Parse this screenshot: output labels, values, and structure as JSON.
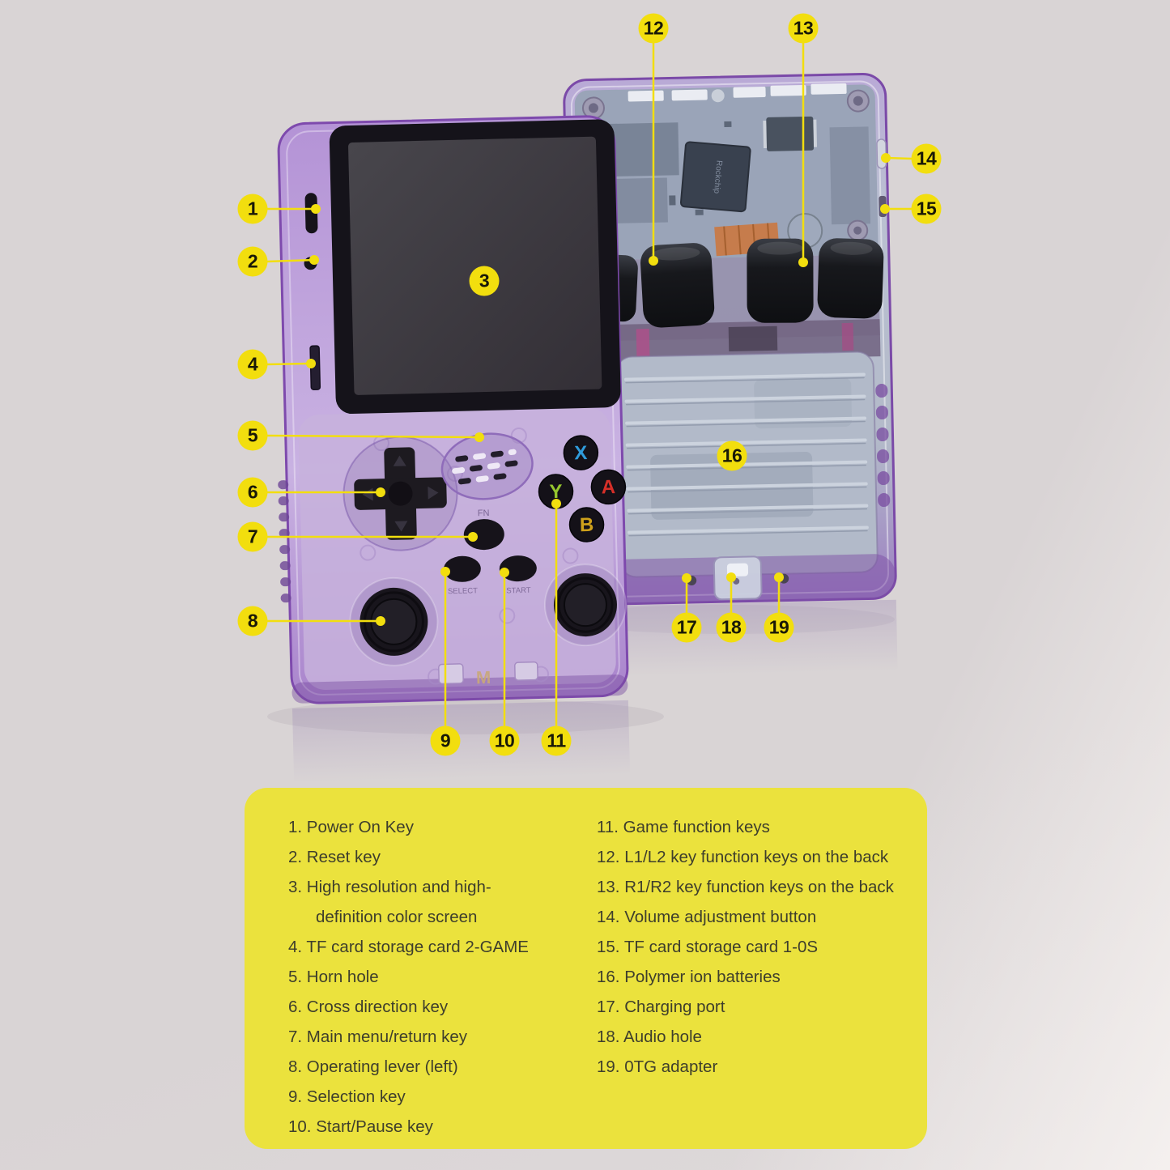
{
  "callouts": [
    "1",
    "2",
    "3",
    "4",
    "5",
    "6",
    "7",
    "8",
    "9",
    "10",
    "11",
    "12",
    "13",
    "14",
    "15",
    "16",
    "17",
    "18",
    "19"
  ],
  "device": {
    "button_x": "X",
    "button_y": "Y",
    "button_a": "A",
    "button_b": "B",
    "label_fn": "FN",
    "label_select": "SELECT",
    "label_start": "START",
    "logo": "M",
    "chip": "Rockchip"
  },
  "legend": {
    "left": [
      "1. Power On Key",
      "2. Reset key",
      "3. High resolution and high-\ndefinition color screen",
      "4. TF card storage card 2-GAME",
      "5. Horn hole",
      "6. Cross direction key",
      "7. Main menu/return key",
      "8. Operating lever (left)",
      "9. Selection key",
      "10. Start/Pause key"
    ],
    "right": [
      "11. Game function keys",
      "12. L1/L2 key function keys on the back",
      "13. R1/R2 key function keys on the back",
      "14. Volume adjustment button",
      "15. TF card storage card 1-0S",
      "16. Polymer ion batteries",
      "17. Charging port",
      "18. Audio hole",
      "19. 0TG adapter"
    ]
  }
}
